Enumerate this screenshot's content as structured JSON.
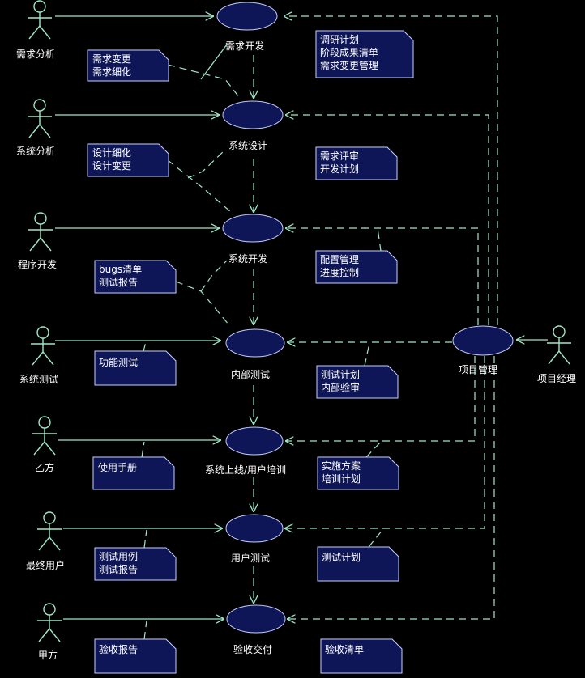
{
  "actors": {
    "req_analysis": "需求分析",
    "sys_analysis": "系统分析",
    "programming": "程序开发",
    "sys_testing": "系统测试",
    "party_b": "乙方",
    "end_user": "最终用户",
    "party_a": "甲方",
    "project_manager": "项目经理"
  },
  "usecases": {
    "req_dev": "需求开发",
    "sys_design": "系统设计",
    "sys_dev": "系统开发",
    "internal_test": "内部测试",
    "deploy_training": "系统上线/用户培训",
    "user_test": "用户测试",
    "acceptance": "验收交付",
    "project_mgmt": "项目管理"
  },
  "notes": {
    "req_change": [
      "需求变更",
      "需求细化"
    ],
    "design_refine": [
      "设计细化",
      "设计变更"
    ],
    "bugs_report": [
      "bugs清单",
      "测试报告"
    ],
    "func_test": [
      "功能测试"
    ],
    "user_manual": [
      "使用手册"
    ],
    "test_cases": [
      "测试用例",
      "测试报告"
    ],
    "accept_report": [
      "验收报告"
    ],
    "research_plan": [
      "调研计划",
      "阶段成果清单",
      "需求变更管理"
    ],
    "req_review": [
      "需求评审",
      "开发计划"
    ],
    "config_mgmt": [
      "配置管理",
      "进度控制"
    ],
    "test_plan": [
      "测试计划",
      "内部验审"
    ],
    "impl_plan": [
      "实施方案",
      "培训计划"
    ],
    "test_plan2": [
      "测试计划"
    ],
    "accept_list": [
      "验收清单"
    ]
  }
}
